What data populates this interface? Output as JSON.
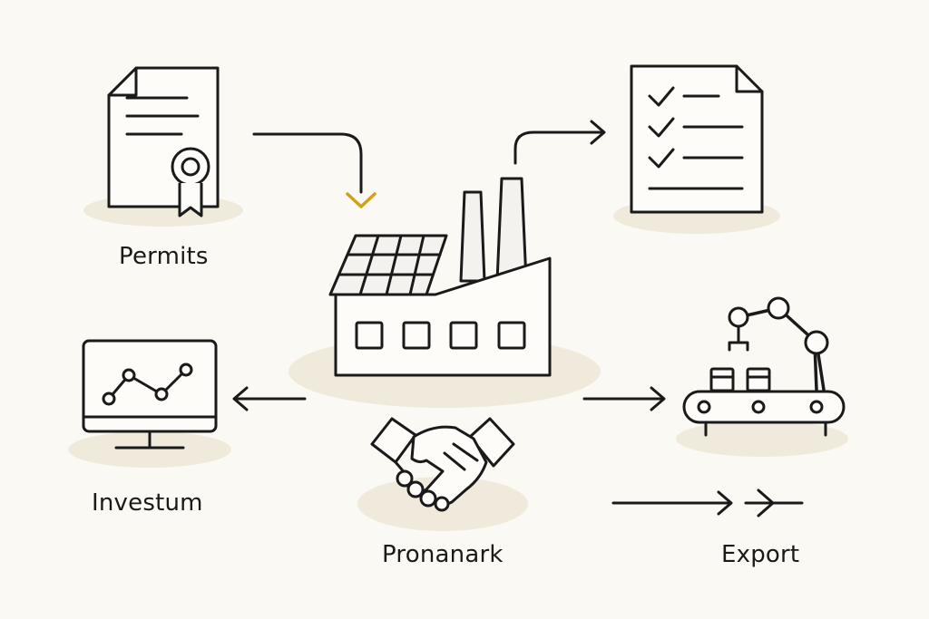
{
  "labels": {
    "permits": "Permits",
    "investum": "Investum",
    "pronanark": "Pronanark",
    "export": "Export"
  },
  "colors": {
    "background": "#fbf9f3",
    "ink": "#1a1a1a",
    "accent_arrow": "#d4a017",
    "shadow": "#efeadb"
  },
  "icons": [
    "document-certificate-icon",
    "checklist-icon",
    "factory-solar-icon",
    "analytics-monitor-icon",
    "handshake-icon",
    "robot-conveyor-icon"
  ]
}
